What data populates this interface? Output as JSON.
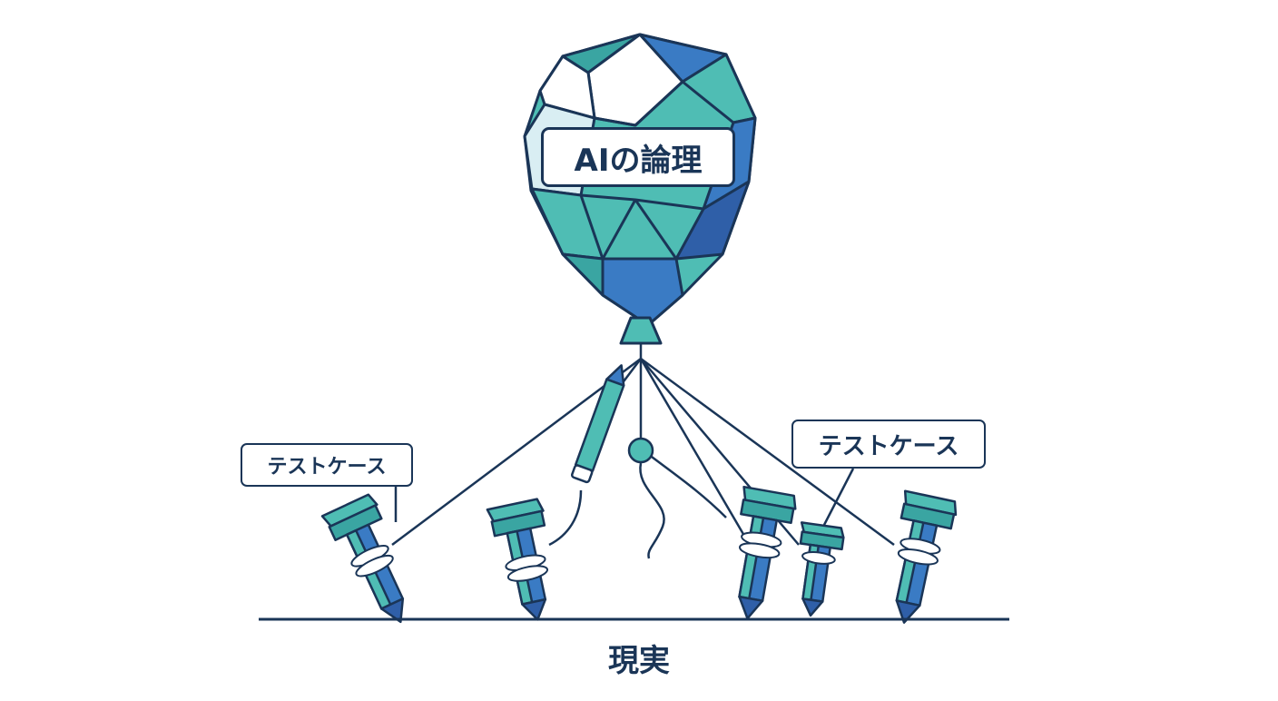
{
  "balloon": {
    "label": "AIの論理"
  },
  "test_cases": {
    "left_label": "テストケース",
    "right_label": "テストケース"
  },
  "ground": {
    "label": "現実"
  },
  "colors": {
    "outline": "#1a3557",
    "teal": "#4fbdb4",
    "teal_dark": "#3aa5a2",
    "blue": "#3a7bc4",
    "blue_dark": "#2f5fa8",
    "highlight": "#d9eef3",
    "background": "#ffffff"
  },
  "icons": [
    "balloon-icon",
    "stake-icon",
    "pencil-icon",
    "knot-icon"
  ]
}
